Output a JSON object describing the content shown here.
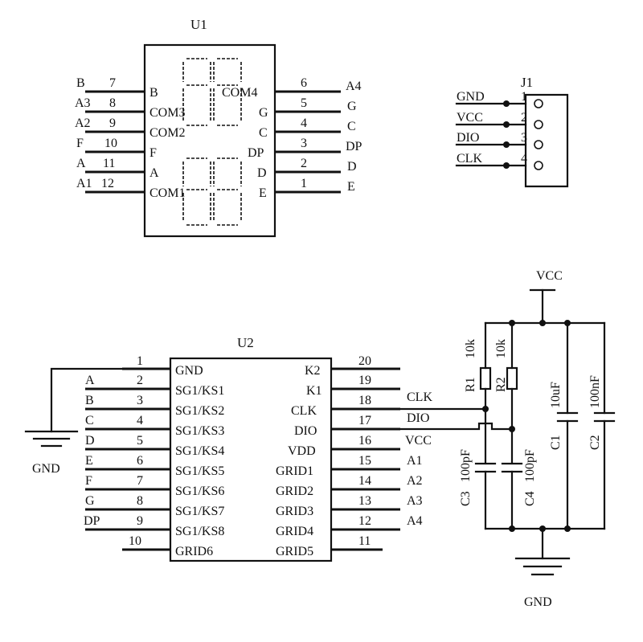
{
  "u1": {
    "ref": "U1",
    "left_pins": [
      {
        "net": "B",
        "num": "7",
        "name": "B"
      },
      {
        "net": "A3",
        "num": "8",
        "name": "COM3"
      },
      {
        "net": "A2",
        "num": "9",
        "name": "COM2"
      },
      {
        "net": "F",
        "num": "10",
        "name": "F"
      },
      {
        "net": "A",
        "num": "11",
        "name": "A"
      },
      {
        "net": "A1",
        "num": "12",
        "name": "COM1"
      }
    ],
    "right_pins": [
      {
        "name": "COM4",
        "num": "6",
        "net": "A4"
      },
      {
        "name": "G",
        "num": "5",
        "net": "G"
      },
      {
        "name": "C",
        "num": "4",
        "net": "C"
      },
      {
        "name": "DP",
        "num": "3",
        "net": "DP"
      },
      {
        "name": "D",
        "num": "2",
        "net": "D"
      },
      {
        "name": "E",
        "num": "1",
        "net": "E"
      }
    ]
  },
  "j1": {
    "ref": "J1",
    "pins": [
      {
        "net": "GND",
        "num": "1"
      },
      {
        "net": "VCC",
        "num": "2"
      },
      {
        "net": "DIO",
        "num": "3"
      },
      {
        "net": "CLK",
        "num": "4"
      }
    ]
  },
  "u2": {
    "ref": "U2",
    "left_pins": [
      {
        "net": "",
        "num": "1",
        "name": "GND"
      },
      {
        "net": "A",
        "num": "2",
        "name": "SG1/KS1"
      },
      {
        "net": "B",
        "num": "3",
        "name": "SG1/KS2"
      },
      {
        "net": "C",
        "num": "4",
        "name": "SG1/KS3"
      },
      {
        "net": "D",
        "num": "5",
        "name": "SG1/KS4"
      },
      {
        "net": "E",
        "num": "6",
        "name": "SG1/KS5"
      },
      {
        "net": "F",
        "num": "7",
        "name": "SG1/KS6"
      },
      {
        "net": "G",
        "num": "8",
        "name": "SG1/KS7"
      },
      {
        "net": "DP",
        "num": "9",
        "name": "SG1/KS8"
      },
      {
        "net": "",
        "num": "10",
        "name": "GRID6"
      }
    ],
    "right_pins": [
      {
        "name": "K2",
        "num": "20",
        "net": ""
      },
      {
        "name": "K1",
        "num": "19",
        "net": ""
      },
      {
        "name": "CLK",
        "num": "18",
        "net": "CLK"
      },
      {
        "name": "DIO",
        "num": "17",
        "net": "DIO"
      },
      {
        "name": "VDD",
        "num": "16",
        "net": "VCC"
      },
      {
        "name": "GRID1",
        "num": "15",
        "net": "A1"
      },
      {
        "name": "GRID2",
        "num": "14",
        "net": "A2"
      },
      {
        "name": "GRID3",
        "num": "13",
        "net": "A3"
      },
      {
        "name": "GRID4",
        "num": "12",
        "net": "A4"
      },
      {
        "name": "GRID5",
        "num": "11",
        "net": ""
      }
    ]
  },
  "power": {
    "vcc": "VCC",
    "gnd_left": "GND",
    "gnd_right": "GND"
  },
  "passives": {
    "r1": {
      "ref": "R1",
      "value": "10k"
    },
    "r2": {
      "ref": "R2",
      "value": "10k"
    },
    "c1": {
      "ref": "C1",
      "value": "10uF"
    },
    "c2": {
      "ref": "C2",
      "value": "100nF"
    },
    "c3": {
      "ref": "C3",
      "value": "100pF"
    },
    "c4": {
      "ref": "C4",
      "value": "100pF"
    }
  }
}
